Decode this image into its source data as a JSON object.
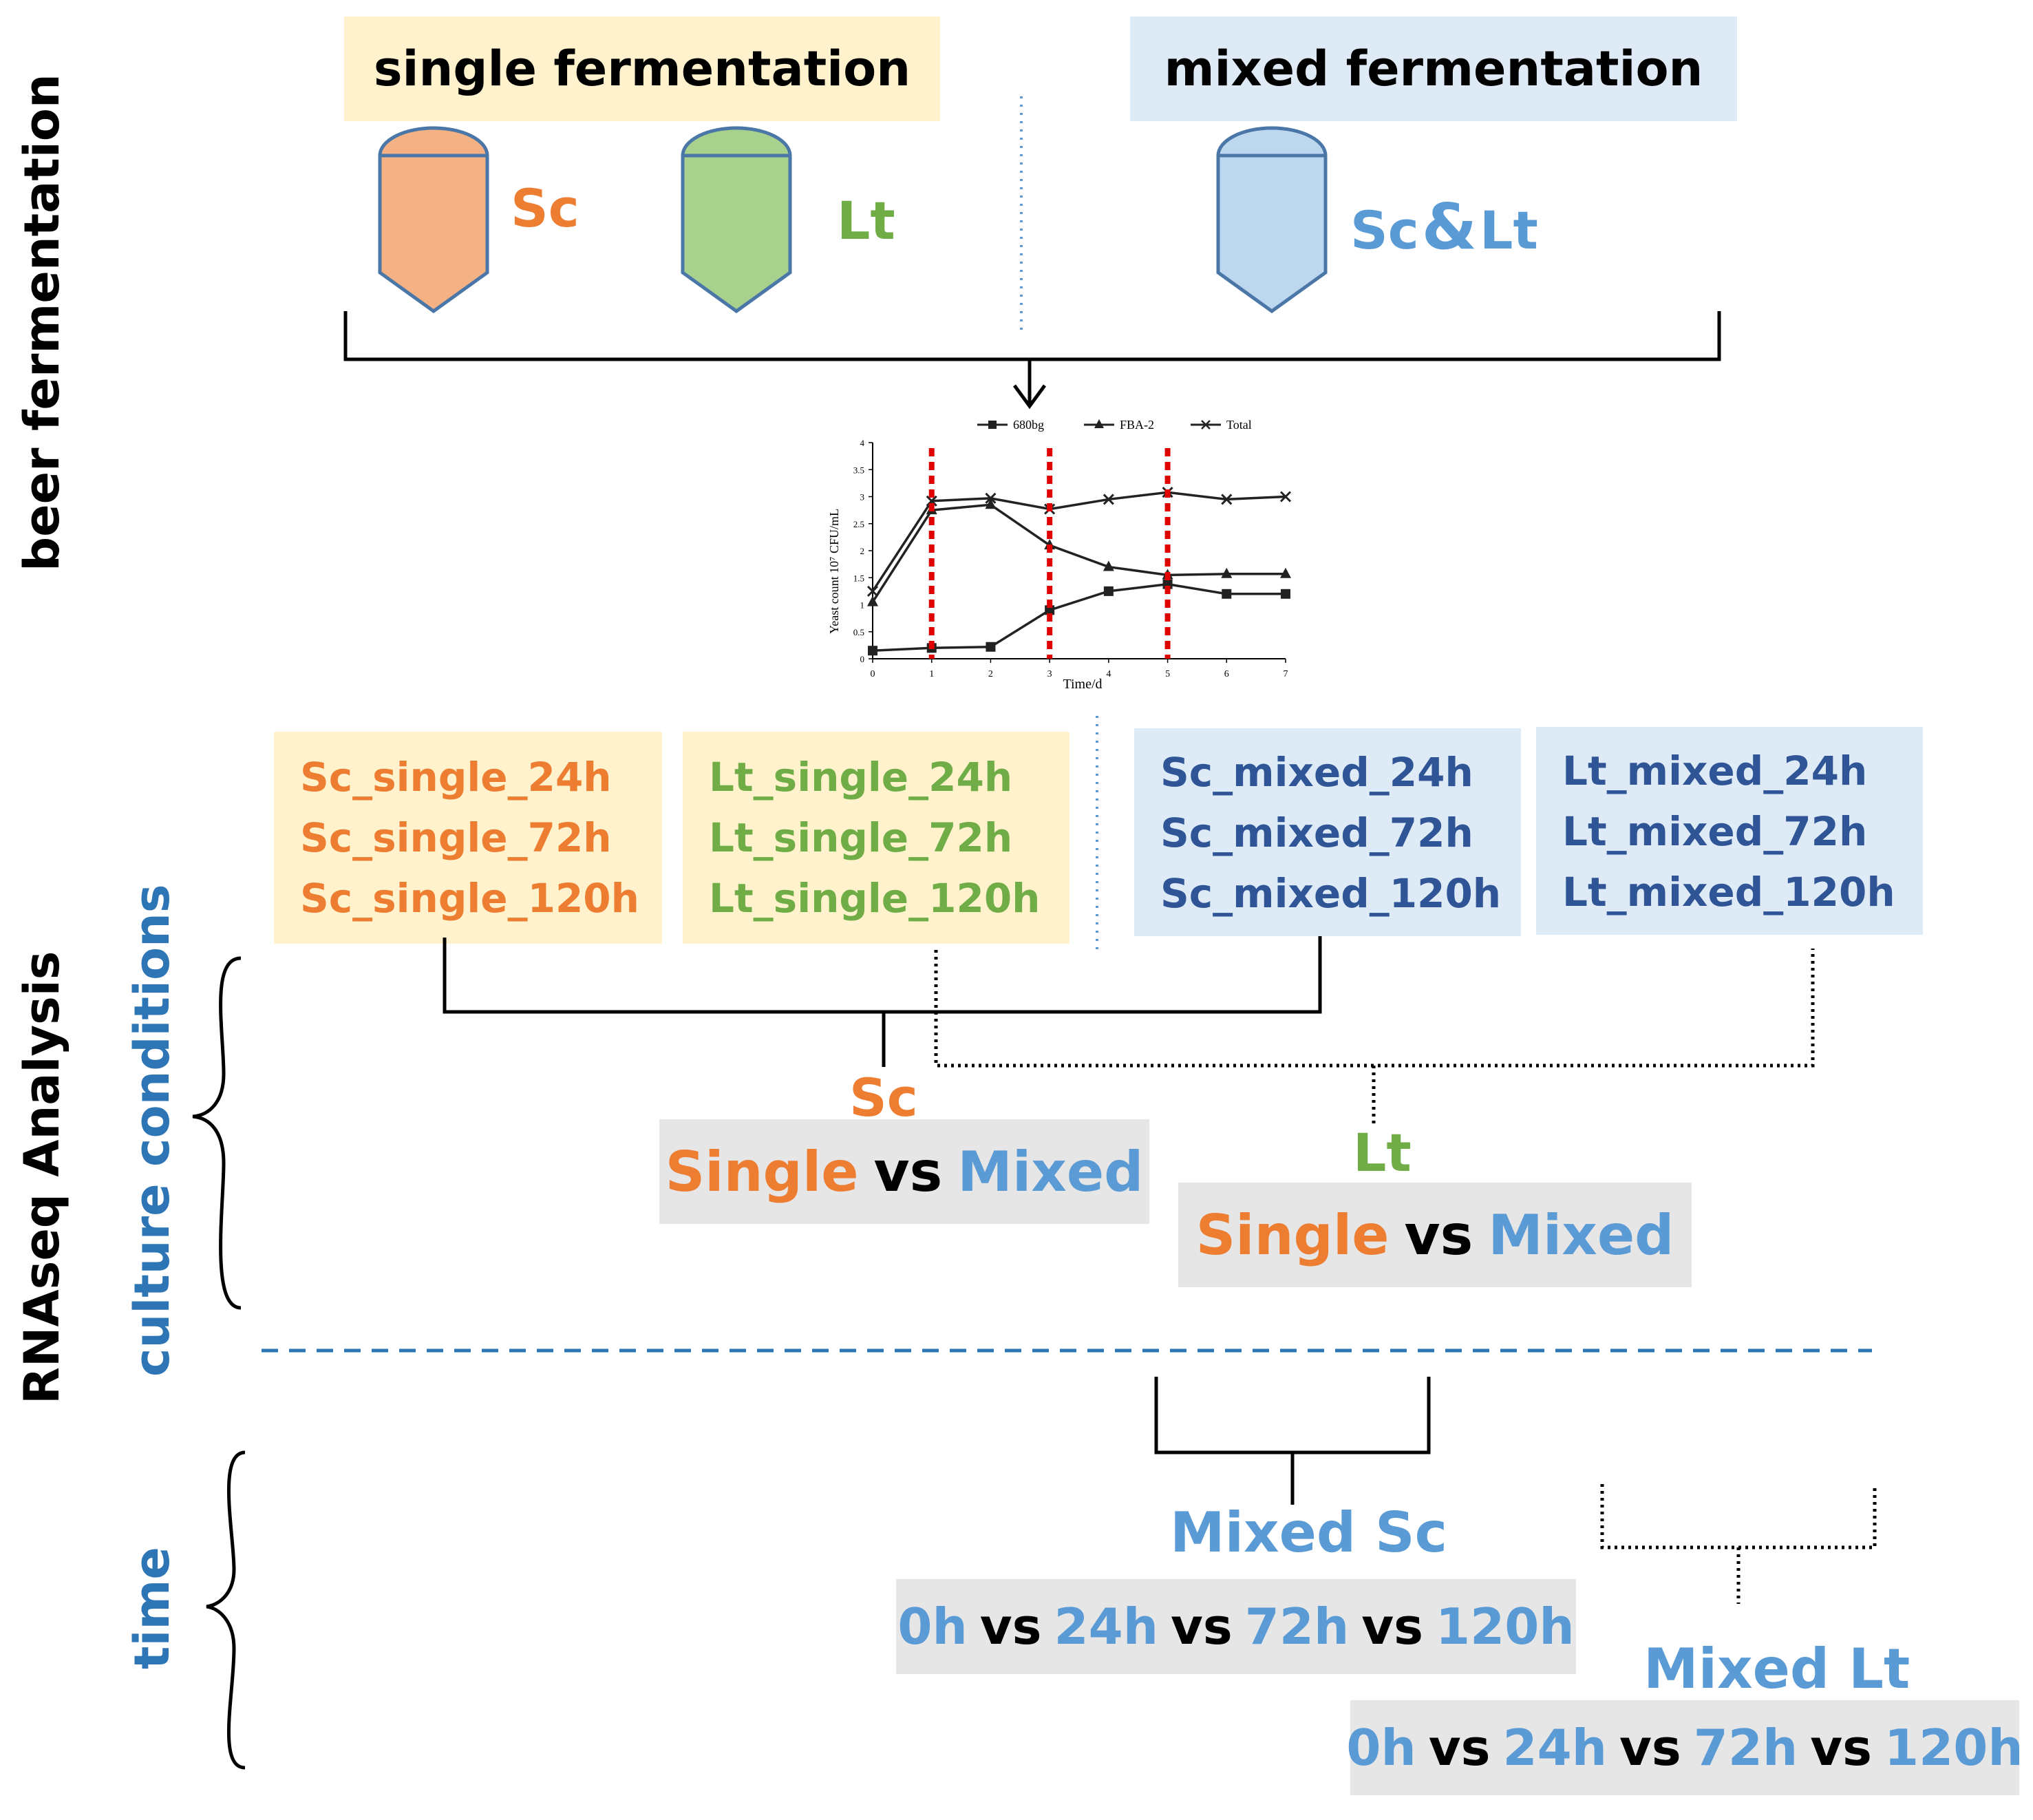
{
  "side_labels": {
    "beer_fermentation": "beer fermentation",
    "rnaseq_analysis": "RNAseq Analysis",
    "culture_conditions": "culture conditions",
    "time": "time"
  },
  "headers": {
    "single": "single fermentation",
    "mixed": "mixed fermentation"
  },
  "tanks": {
    "sc": "Sc",
    "lt": "Lt",
    "mixed_sc": "Sc",
    "mixed_amp": "&",
    "mixed_lt": "Lt"
  },
  "chart_data": {
    "type": "line",
    "title": "",
    "xlabel": "Time/d",
    "ylabel": "Yeast count 10⁷ CFU/mL",
    "x": [
      0,
      1,
      2,
      3,
      4,
      5,
      6,
      7
    ],
    "xlim": [
      0,
      7
    ],
    "ylim": [
      0,
      4
    ],
    "x_ticks": [
      "0",
      "1",
      "2",
      "3",
      "4",
      "5",
      "6",
      "7"
    ],
    "y_ticks": [
      "0",
      "0.5",
      "1",
      "1.5",
      "2",
      "2.5",
      "3",
      "3.5",
      "4"
    ],
    "series": [
      {
        "name": "680bg",
        "marker": "square",
        "values": [
          0.15,
          0.2,
          0.22,
          0.9,
          1.25,
          1.38,
          1.2,
          1.2
        ]
      },
      {
        "name": "FBA-2",
        "marker": "triangle",
        "values": [
          1.05,
          2.75,
          2.85,
          2.1,
          1.7,
          1.55,
          1.57,
          1.57
        ]
      },
      {
        "name": "Total",
        "marker": "x",
        "values": [
          1.25,
          2.92,
          2.97,
          2.77,
          2.95,
          3.08,
          2.95,
          3.0
        ]
      }
    ],
    "sampling_markers_x": [
      1,
      3,
      5
    ],
    "legend_position": "top",
    "grid": false
  },
  "conditions": {
    "sc_single": [
      "Sc_single_24h",
      "Sc_single_72h",
      "Sc_single_120h"
    ],
    "lt_single": [
      "Lt_single_24h",
      "Lt_single_72h",
      "Lt_single_120h"
    ],
    "sc_mixed": [
      "Sc_mixed_24h",
      "Sc_mixed_72h",
      "Sc_mixed_120h"
    ],
    "lt_mixed": [
      "Lt_mixed_24h",
      "Lt_mixed_72h",
      "Lt_mixed_120h"
    ]
  },
  "comparisons": {
    "sc_label": "Sc",
    "lt_label": "Lt",
    "single": "Single",
    "vs": "vs",
    "mixed": "Mixed"
  },
  "time_compare": {
    "mixed_sc": "Mixed Sc",
    "mixed_lt": "Mixed Lt",
    "t0": "0h",
    "t24": "24h",
    "t72": "72h",
    "t120": "120h",
    "vs": "vs"
  },
  "colors": {
    "orange": "#ED7D31",
    "green": "#70AD47",
    "lightblue": "#5B9BD5",
    "darkblue": "#2F5597",
    "yellow_bg": "#FFF2CC",
    "blue_bg": "#DEEBF7",
    "gray_bg": "#E7E6E6"
  }
}
